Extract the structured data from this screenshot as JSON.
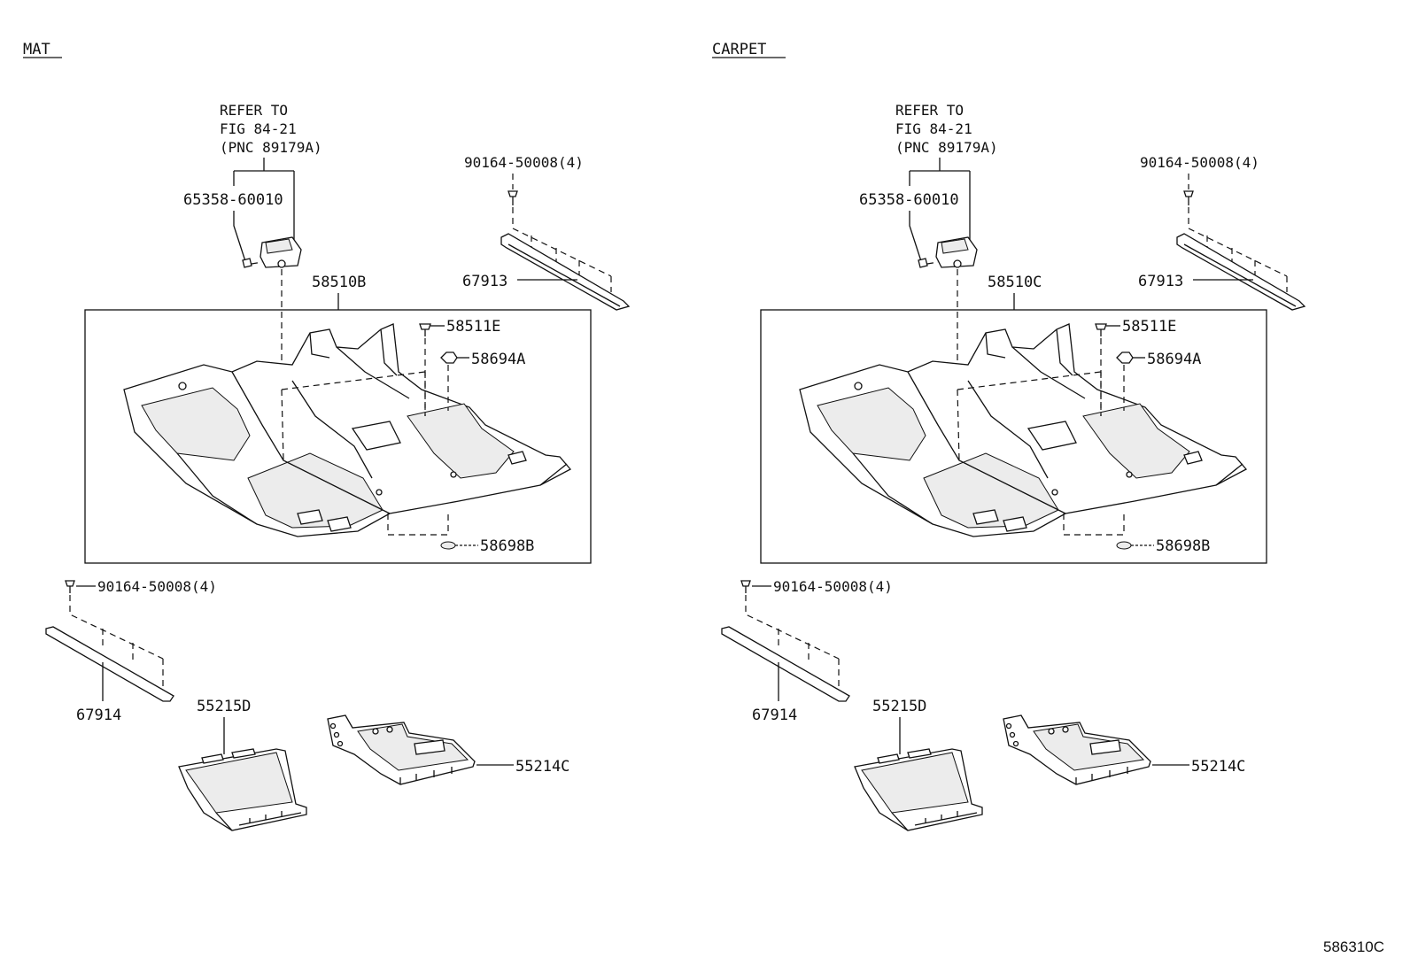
{
  "panels": [
    {
      "title": "MAT",
      "refer": [
        "REFER TO",
        "FIG 84-21",
        "(PNC 89179A)"
      ],
      "labels": {
        "bracket": "65358-60010",
        "floor": "58510B",
        "screw_top": "90164-50008(4)",
        "plate_top": "67913",
        "clip": "58511E",
        "grommet": "58694A",
        "plug": "58698B",
        "screw_bottom": "90164-50008(4)",
        "plate_bottom": "67914",
        "cover_left": "55215D",
        "cover_right": "55214C"
      }
    },
    {
      "title": "CARPET",
      "refer": [
        "REFER TO",
        "FIG 84-21",
        "(PNC 89179A)"
      ],
      "labels": {
        "bracket": "65358-60010",
        "floor": "58510C",
        "screw_top": "90164-50008(4)",
        "plate_top": "67913",
        "clip": "58511E",
        "grommet": "58694A",
        "plug": "58698B",
        "screw_bottom": "90164-50008(4)",
        "plate_bottom": "67914",
        "cover_left": "55215D",
        "cover_right": "55214C"
      }
    }
  ],
  "figure_code": "586310C"
}
